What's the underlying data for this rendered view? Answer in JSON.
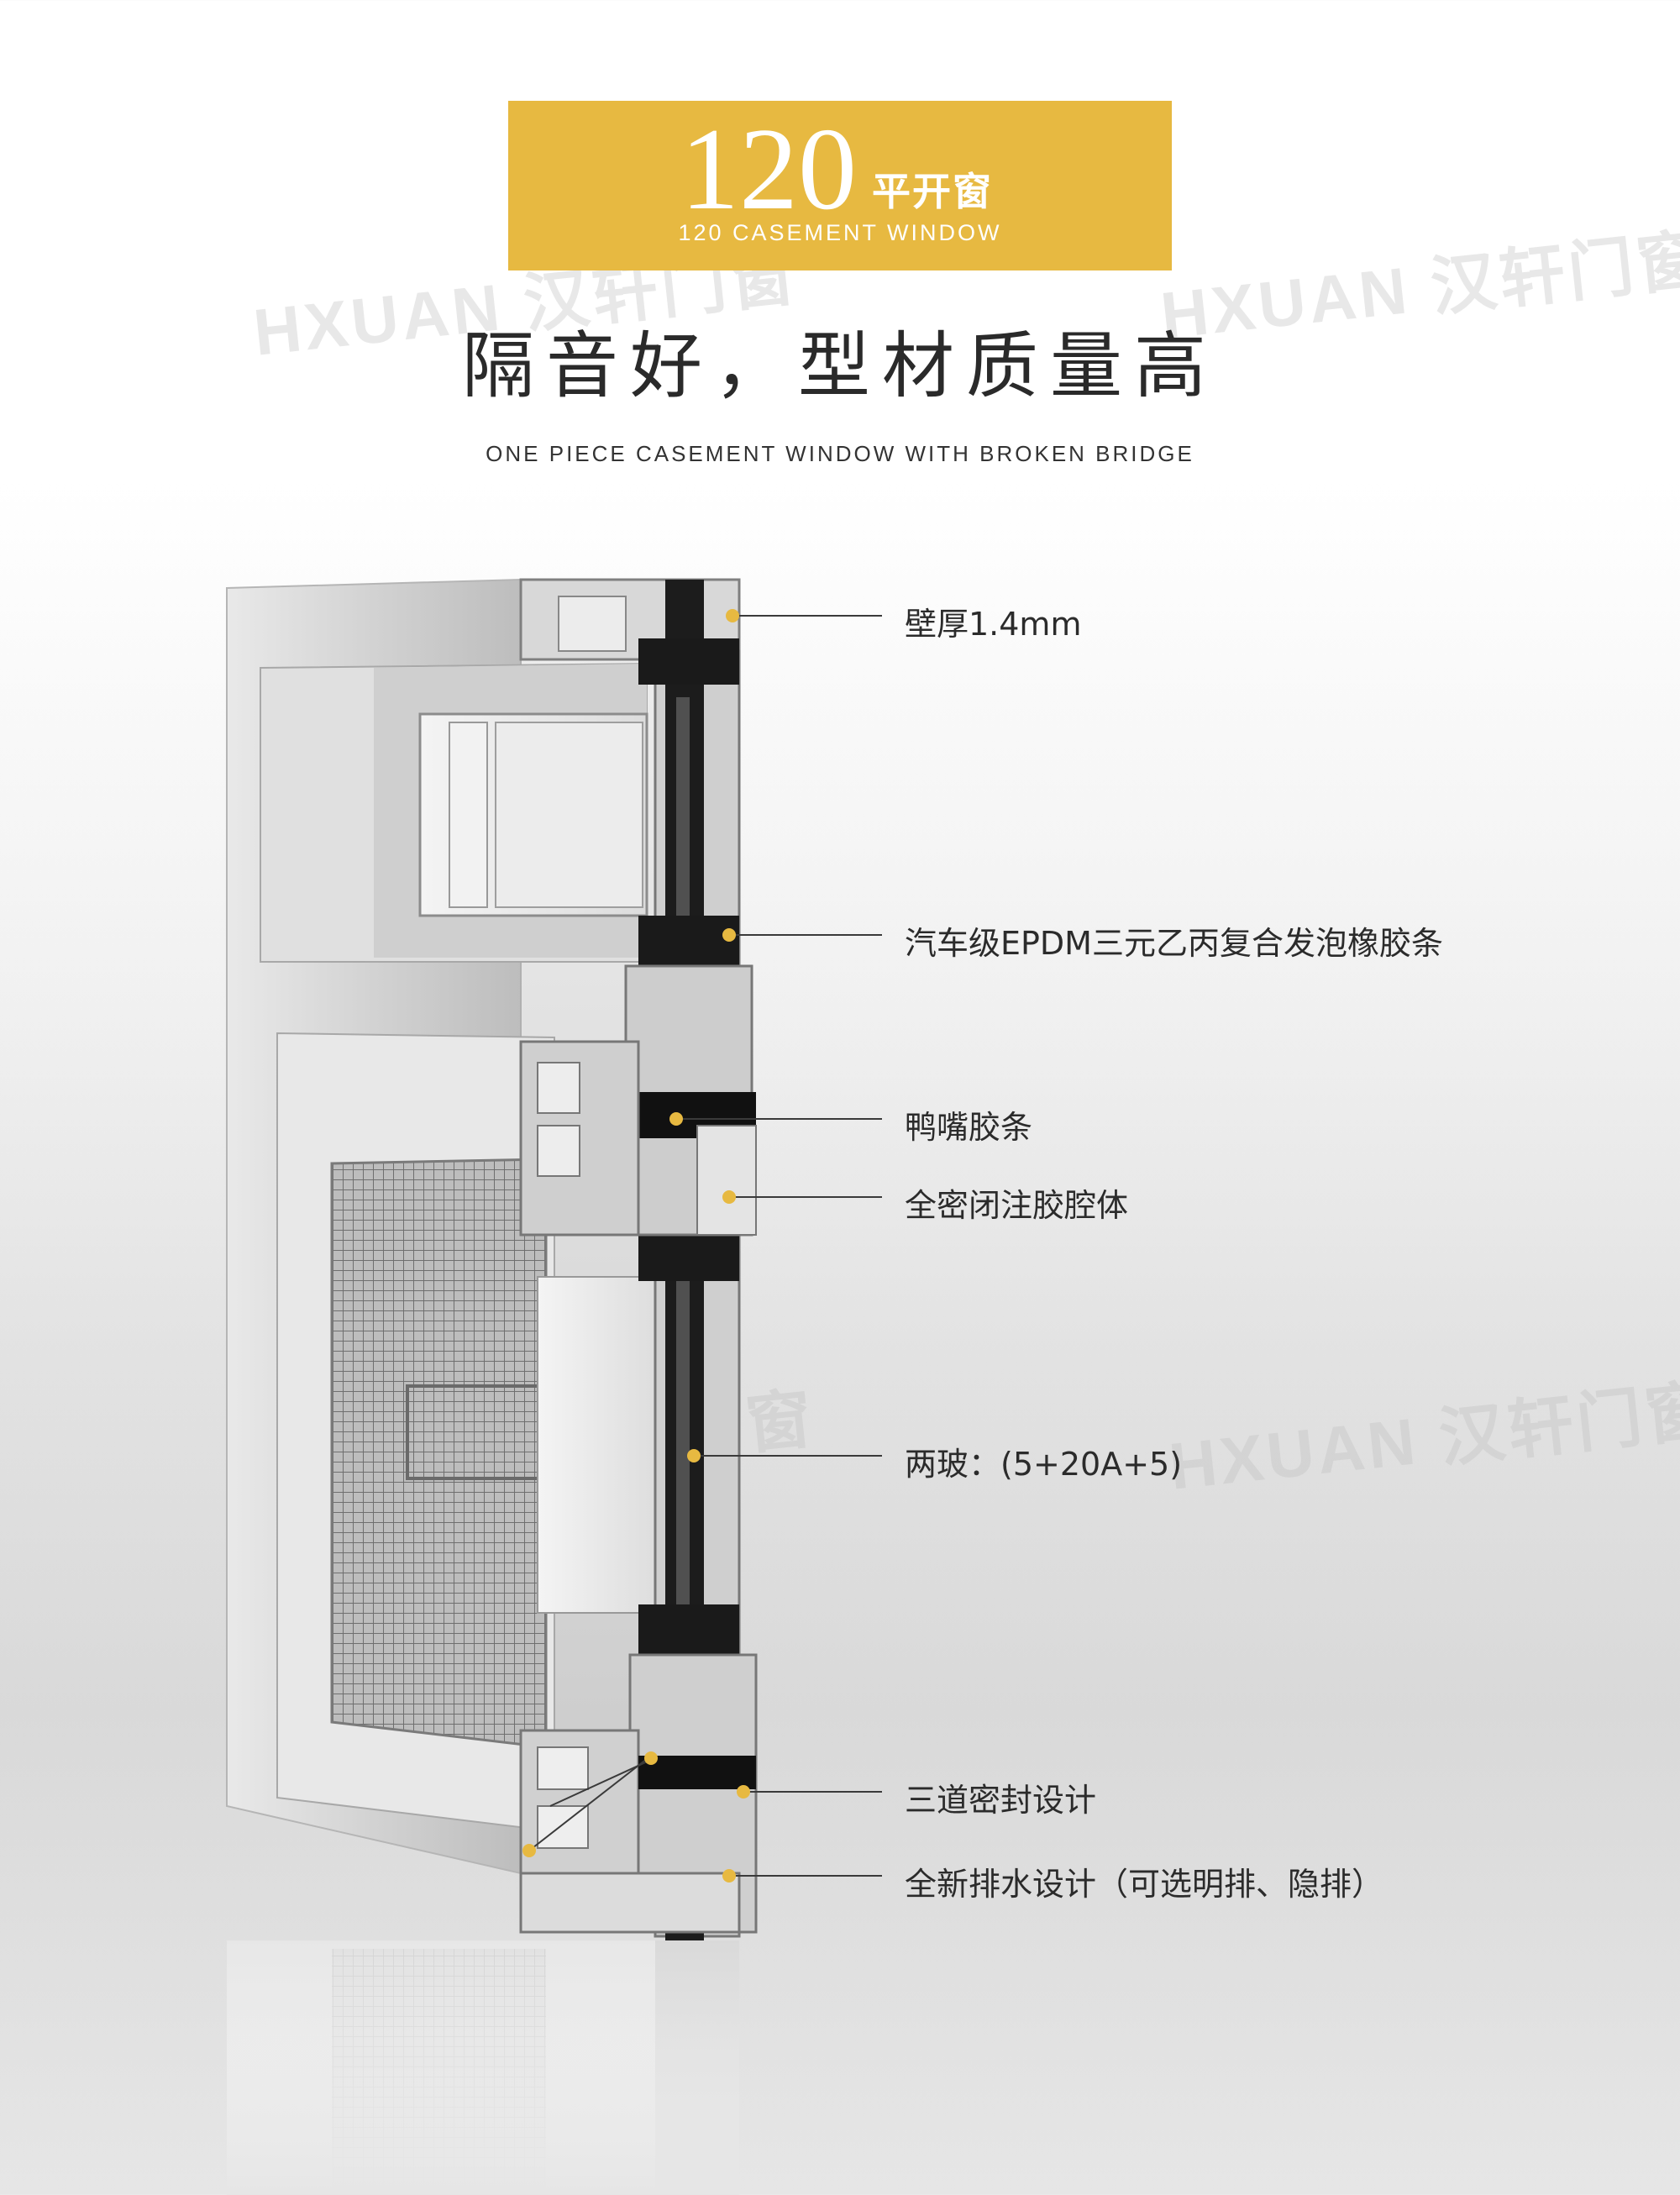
{
  "badge": {
    "number": "120",
    "title_cn": "平开窗",
    "title_en": "120 CASEMENT WINDOW"
  },
  "headline": {
    "cn": "隔音好，型材质量高",
    "en": "ONE PIECE CASEMENT WINDOW WITH BROKEN BRIDGE"
  },
  "watermark": {
    "logo_text": "HXUAN 汉轩门窗"
  },
  "callouts": [
    {
      "label": "壁厚1.4mm"
    },
    {
      "label": "汽车级EPDM三元乙丙复合发泡橡胶条"
    },
    {
      "label": "鸭嘴胶条"
    },
    {
      "label": "全密闭注胶腔体"
    },
    {
      "label": "两玻：(5+20A+5)"
    },
    {
      "label": "三道密封设计"
    },
    {
      "label": "全新排水设计（可选明排、隐排）"
    }
  ],
  "colors": {
    "accent": "#e7b941",
    "profile": "#d4d4d4",
    "rubber": "#1a1a1a"
  }
}
